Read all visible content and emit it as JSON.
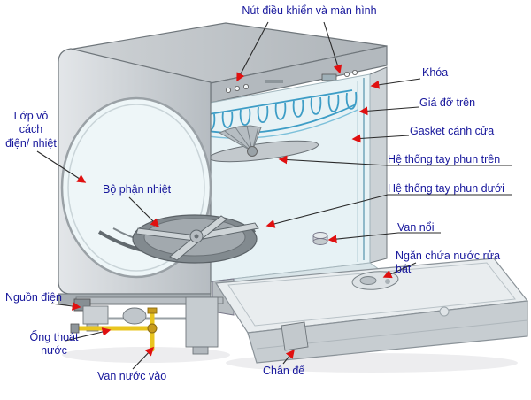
{
  "diagram": {
    "labels": {
      "controls": "Nút điều khiển và màn hình",
      "lock": "Khóa",
      "upper_rack": "Giá đỡ trên",
      "door_gasket": "Gasket cánh cửa",
      "upper_spray_arm": "Hệ thống tay phun trên",
      "lower_spray_arm": "Hệ thống tay phun dưới",
      "float_valve": "Van nổi",
      "detergent_compartment": "Ngăn chứa nước rửa\nbát",
      "insulation": "Lớp vỏ\ncách\nđiện/ nhiệt",
      "heating_element": "Bộ phận nhiệt",
      "power_source": "Nguồn điện",
      "drain_pipe": "Ống thoát\nnước",
      "water_inlet_valve": "Van nước vào",
      "base": "Chân đế"
    },
    "colors": {
      "label_text": "#17179c",
      "leader_line": "#2a2a2a",
      "arrow": "#e01010",
      "rack_blue": "#3d9dc6",
      "hose_yellow": "#e9c51f"
    }
  }
}
